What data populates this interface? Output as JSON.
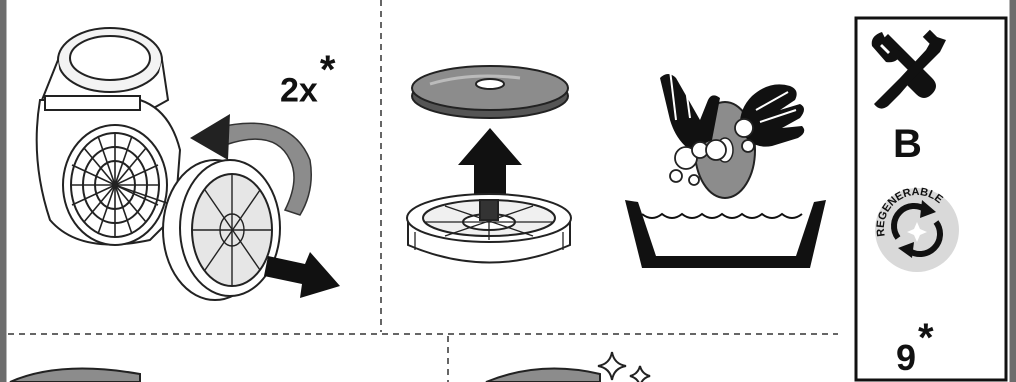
{
  "panel1": {
    "quantity_label": "2x",
    "quantity_note": "*"
  },
  "sidebar": {
    "tool_icon": "wrench-screwdriver-icon",
    "grade_label": "B",
    "regen_badge_text": "REGENERABLE",
    "regen_icon": "recycle-arrows-icon",
    "count_label": "9",
    "count_note": "*"
  },
  "colors": {
    "frame": "#6d6d6d",
    "ink": "#111111",
    "filter_gray": "#8c8c8c",
    "badge_gray": "#d9d9d9"
  }
}
